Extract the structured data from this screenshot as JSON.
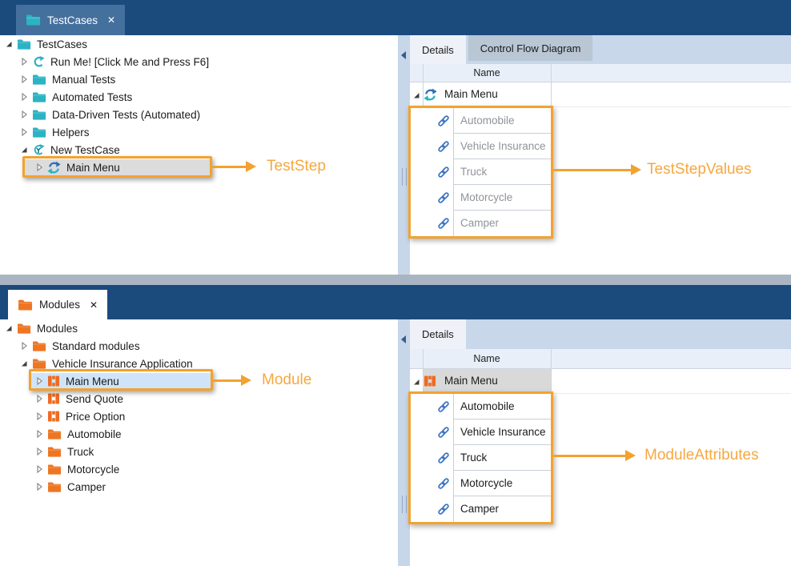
{
  "colors": {
    "titlebar_blue": "#1b4a7d",
    "active_doc_tab_blue": "#44709e",
    "teal_icon": "#2bb3c4",
    "orange_icon": "#ee7623",
    "module_orange": "#ee6b21",
    "link_blue": "#3a72c2",
    "annotation_orange": "#f2a22f",
    "annotation_text_orange": "#f6a840",
    "panel_tabstrip_blue": "#c8d7e9",
    "inactive_panel_tab": "#b9c6d4",
    "grid_header_bg": "#e9eff8",
    "selected_row_grey": "#dcdcdc",
    "selected_row_blue": "#cfe4f8",
    "window_divider_grey": "#a9b5c3"
  },
  "icons": {
    "folder": "folder-icon",
    "run": "run-refresh-icon",
    "testcase": "testcase-circle-icon",
    "teststep": "sync-arrows-icon",
    "module": "module-blocks-icon",
    "value_link": "chain-link-icon",
    "expander_collapsed": "triangle-right-outline",
    "expander_expanded": "triangle-filled-corner",
    "close": "close-x-icon",
    "splitter_collapse": "collapse-left-triangle"
  },
  "top_window": {
    "tab": {
      "label": "TestCases",
      "close": "✕"
    },
    "tree": [
      {
        "label": "TestCases"
      },
      {
        "label": "Run Me! [Click Me and Press F6]"
      },
      {
        "label": "Manual Tests"
      },
      {
        "label": "Automated Tests"
      },
      {
        "label": "Data-Driven Tests (Automated)"
      },
      {
        "label": "Helpers"
      },
      {
        "label": "New TestCase"
      },
      {
        "label": "Main Menu"
      }
    ],
    "details": {
      "tabs": [
        {
          "label": "Details"
        },
        {
          "label": "Control Flow Diagram"
        }
      ],
      "name_header": "Name",
      "root_row": {
        "label": "Main Menu"
      },
      "values": [
        {
          "label": "Automobile"
        },
        {
          "label": "Vehicle Insurance"
        },
        {
          "label": "Truck"
        },
        {
          "label": "Motorcycle"
        },
        {
          "label": "Camper"
        }
      ]
    },
    "annotations": {
      "step_label": "TestStep",
      "values_label": "TestStepValues"
    }
  },
  "bottom_window": {
    "tab": {
      "label": "Modules",
      "close": "✕"
    },
    "tree": [
      {
        "label": "Modules"
      },
      {
        "label": "Standard modules"
      },
      {
        "label": "Vehicle Insurance Application"
      },
      {
        "label": "Main Menu"
      },
      {
        "label": "Send Quote"
      },
      {
        "label": "Price Option"
      },
      {
        "label": "Automobile"
      },
      {
        "label": "Truck"
      },
      {
        "label": "Motorcycle"
      },
      {
        "label": "Camper"
      }
    ],
    "details": {
      "tabs": [
        {
          "label": "Details"
        }
      ],
      "name_header": "Name",
      "root_row": {
        "label": "Main Menu"
      },
      "values": [
        {
          "label": "Automobile"
        },
        {
          "label": "Vehicle Insurance"
        },
        {
          "label": "Truck"
        },
        {
          "label": "Motorcycle"
        },
        {
          "label": "Camper"
        }
      ]
    },
    "annotations": {
      "module_label": "Module",
      "attrs_label": "ModuleAttributes"
    }
  }
}
